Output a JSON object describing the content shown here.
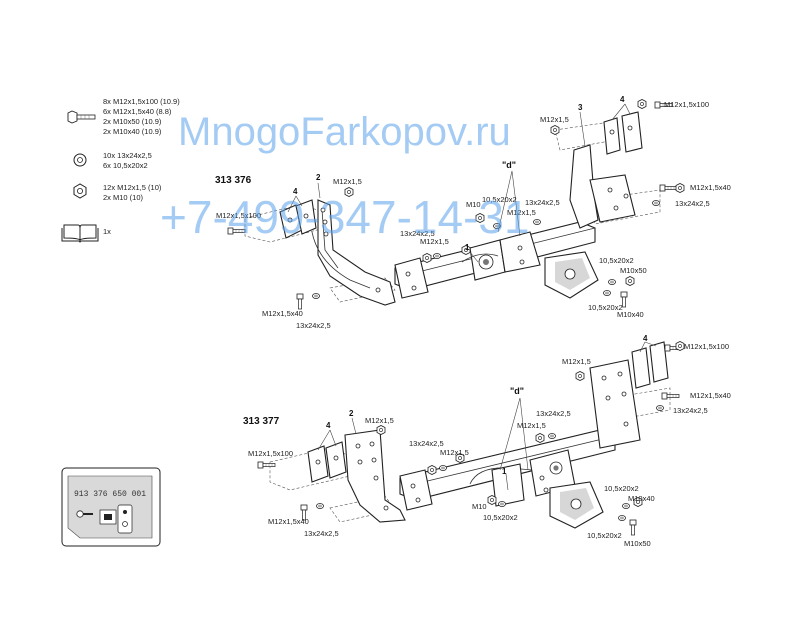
{
  "parts_list": {
    "bolts": [
      "8x  M12x1,5x100 (10.9)",
      "6x  M12x1,5x40 (8.8)",
      "2x  M10x50 (10.9)",
      "2x  M10x40 (10.9)"
    ],
    "washers": [
      "10x 13x24x2,5",
      "6x  10,5x20x2"
    ],
    "nuts": [
      "12x M12x1,5 (10)",
      "2x  M10 (10)"
    ],
    "manual": "1x",
    "icons": {
      "bolt": "bolt-icon",
      "washer": "washer-icon",
      "nut": "nut-icon",
      "manual": "book-icon"
    }
  },
  "watermark": {
    "line1": "MnogoFarkopov.ru",
    "line2": "+7-499-347-14-31",
    "color": "#5aa0ea"
  },
  "diagram_top": {
    "title": "313 376",
    "part_numbers": {
      "p1": "1",
      "p2": "2",
      "p3": "3",
      "p4a": "4",
      "p4b": "4",
      "d": "\"d\""
    },
    "labels": {
      "m12_100_left": "M12x1,5x100",
      "m12_left": "M12x1,5",
      "m12_40_left": "M12x1,5x40",
      "washer_left": "13x24x2,5",
      "washer_mid": "13x24x2,5",
      "m12_mid": "M12x1,5",
      "m10": "M10",
      "w10_a": "10,5x20x2",
      "washer_c": "13x24x2,5",
      "m12_c": "M12x1,5",
      "m12_r": "M12x1,5",
      "m12_100_r": "M12x1,5x100",
      "m12_40_r": "M12x1,5x40",
      "washer_r": "13x24x2,5",
      "w10_b": "10,5x20x2",
      "m10_50": "M10x50",
      "w10_c": "10,5x20x2",
      "m10_40": "M10x40"
    }
  },
  "diagram_bottom": {
    "title": "313 377",
    "part_numbers": {
      "p1": "1",
      "p2": "2",
      "p4a": "4",
      "p4b": "4",
      "d": "\"d\""
    },
    "labels": {
      "m12_r": "M12x1,5",
      "m12_100_r": "M12x1,5x100",
      "m12_40_r": "M12x1,5x40",
      "washer_r": "13x24x2,5",
      "washer_c": "13x24x2,5",
      "m12_c": "M12x1,5",
      "m12_left": "M12x1,5",
      "m12_100_left": "M12x1,5x100",
      "washer_mid": "13x24x2,5",
      "m12_mid": "M12x1,5",
      "m12_40_left": "M12x1,5x40",
      "washer_left": "13x24x2,5",
      "m10": "M10",
      "w10_a": "10,5x20x2",
      "w10_b": "10,5x20x2",
      "m10_40": "M10x40",
      "w10_c": "10,5x20x2",
      "m10_50": "M10x50"
    }
  },
  "kit_card": {
    "number": "913 376 650 001"
  }
}
